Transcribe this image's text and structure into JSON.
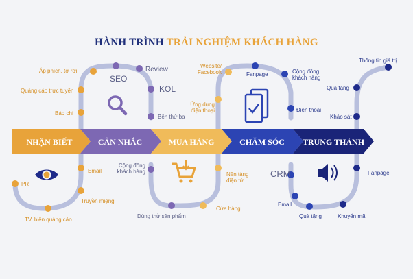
{
  "title": {
    "part1": "HÀNH TRÌNH",
    "part2": "TRẢI NGHIỆM KHÁCH HÀNG"
  },
  "stages": [
    {
      "label": "NHẬN BIẾT",
      "color": "#e8a33a"
    },
    {
      "label": "CÂN NHẮC",
      "color": "#7d68b3"
    },
    {
      "label": "MUA HÀNG",
      "color": "#f0bb5a"
    },
    {
      "label": "CHĂM SÓC",
      "color": "#2c44b3"
    },
    {
      "label": "TRUNG THÀNH",
      "color": "#1a2478"
    }
  ],
  "touchpoints": {
    "nhan_biet": [
      "Áp phích, tờ rơi",
      "Quảng cáo trực tuyến",
      "Báo chí",
      "PR",
      "TV, biển quảng cáo",
      "Truyền miệng",
      "Email"
    ],
    "can_nhac": [
      "SEO",
      "Review",
      "KOL",
      "Bên thứ ba",
      "Cộng đồng\nkhách hàng",
      "Dùng thử sản phẩm"
    ],
    "mua_hang": [
      "Website/\nFacebook",
      "Ứng dụng\nđiện thoại",
      "Nền tảng\nđiện tử",
      "Cửa hàng"
    ],
    "cham_soc": [
      "Fanpage",
      "Cộng đồng\nkhách hàng",
      "Điện thoại",
      "CRM",
      "Email",
      "Quà tặng"
    ],
    "trung_thanh": [
      "Thông tin giá trị",
      "Quà tặng",
      "Khảo sát",
      "Fanpage",
      "Khuyến mãi"
    ]
  },
  "icons": [
    "eye-icon",
    "magnifier-icon",
    "shopping-cart-icon",
    "tablet-check-icon",
    "speaker-icon"
  ],
  "colors": {
    "track": "#b8bfdd",
    "gold_dot": "#e8a33a",
    "purple_dot": "#7d68b3",
    "navy_dot": "#1e2a8a"
  }
}
